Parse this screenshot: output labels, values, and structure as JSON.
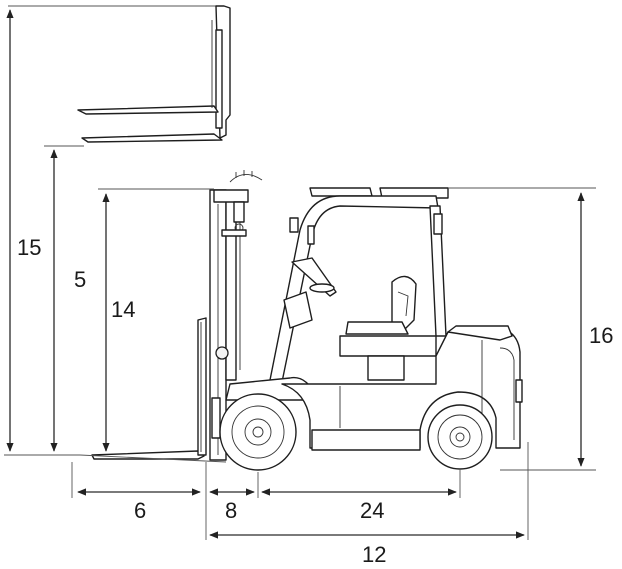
{
  "diagram": {
    "dimension_labels": {
      "d15": "15",
      "d5": "5",
      "d14": "14",
      "d16": "16",
      "d6": "6",
      "d8": "8",
      "d24": "24",
      "d12": "12"
    }
  }
}
